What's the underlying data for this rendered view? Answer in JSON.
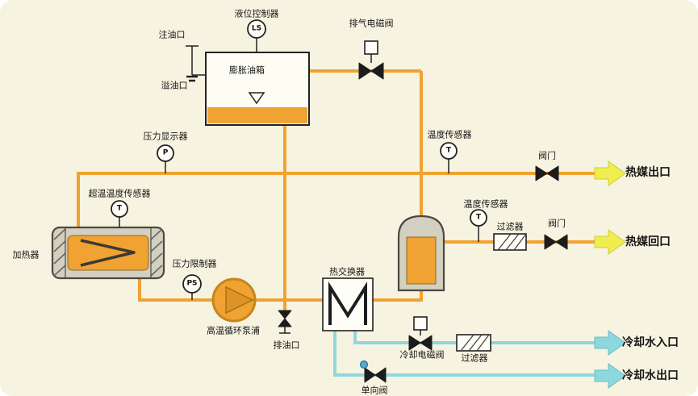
{
  "colors": {
    "background": "#f7f3e1",
    "hot_pipe": "#f0a232",
    "cold_pipe": "#8ed7de",
    "hot_arrow": "#f0ee4e",
    "ink": "#161616"
  },
  "instruments": {
    "level_switch": "LS",
    "pressure": "P",
    "overtemp": "T",
    "pressure_switch": "PS",
    "temp_top": "T",
    "temp_return": "T"
  },
  "labels": {
    "level_controller": "液位控制器",
    "oil_fill_port": "注油口",
    "oil_overflow_port": "溢油口",
    "expansion_tank": "膨胀油箱",
    "exhaust_solenoid_valve": "排气电磁阀",
    "pressure_display": "压力显示器",
    "temp_sensor_top": "温度传感器",
    "valve_top": "阀门",
    "hot_medium_outlet": "热媒出口",
    "overtemp_sensor": "超温温度传感器",
    "heater": "加热器",
    "pressure_limiter": "压力限制器",
    "circulation_pump": "高温循环泵浦",
    "oil_drain_port": "排油口",
    "heat_exchanger": "热交换器",
    "temp_sensor_return": "温度传感器",
    "filter_hot": "过滤器",
    "valve_return": "阀门",
    "hot_medium_return": "热媒回口",
    "cooling_solenoid_valve": "冷却电磁阀",
    "filter_cooling": "过滤器",
    "cooling_water_inlet": "冷却水入口",
    "check_valve": "单向阀",
    "cooling_water_outlet": "冷却水出口"
  }
}
